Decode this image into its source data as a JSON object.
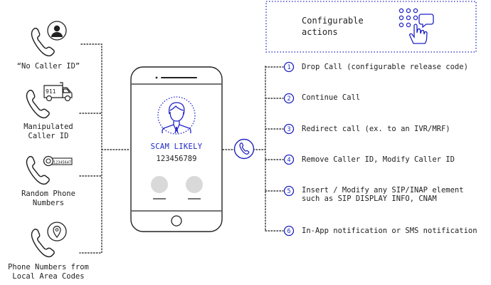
{
  "colors": {
    "accent": "#1f24c4",
    "dots": "#333333",
    "icon_stroke": "#222222",
    "muted_button": "#d9d9d9"
  },
  "callers": [
    {
      "icon": "phone-with-person-icon",
      "label": "“No Caller ID”"
    },
    {
      "icon": "phone-with-911-truck-icon",
      "label": "Manipulated\nCaller ID",
      "badge": "911"
    },
    {
      "icon": "phone-with-number-tag-icon",
      "label": "Random Phone\nNumbers",
      "badge": "12345647"
    },
    {
      "icon": "phone-with-map-pin-icon",
      "label": "Phone Numbers from\nLocal Area Codes"
    }
  ],
  "phone": {
    "caller_label": "SCAM LIKELY",
    "caller_number": "123456789"
  },
  "hub_icon": "handset-icon",
  "actions_box": {
    "title": "Configurable\nactions",
    "icon": "keypad-tap-icon"
  },
  "actions": [
    {
      "number": "1",
      "text": "Drop Call (configurable release code)"
    },
    {
      "number": "2",
      "text": "Continue Call"
    },
    {
      "number": "3",
      "text": "Redirect call (ex. to an IVR/MRF)"
    },
    {
      "number": "4",
      "text": "Remove Caller ID, Modify Caller ID"
    },
    {
      "number": "5",
      "text": "Insert / Modify any SIP/INAP element\nsuch as SIP DISPLAY INFO, CNAM"
    },
    {
      "number": "6",
      "text": "In-App notification or SMS notification"
    }
  ]
}
